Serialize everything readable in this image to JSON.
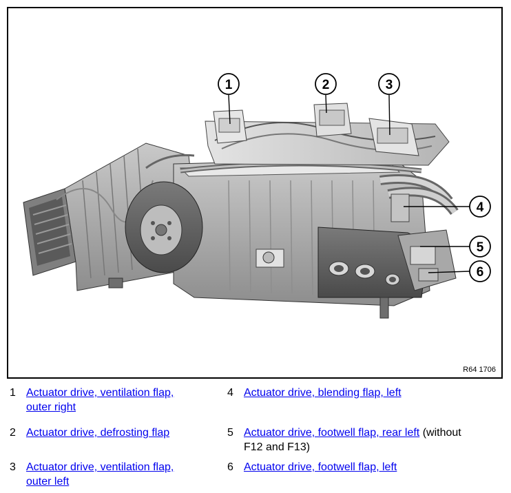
{
  "figure": {
    "reference": "R64 1706",
    "callouts": [
      "1",
      "2",
      "3",
      "4",
      "5",
      "6"
    ]
  },
  "legend": [
    {
      "number": "1",
      "link": "Actuator drive, ventilation flap, outer right",
      "link_lines": [
        "Actuator drive, ventilation flap,",
        "outer right"
      ],
      "note": ""
    },
    {
      "number": "2",
      "link": "Actuator drive, defrosting flap",
      "link_lines": [
        "Actuator drive, defrosting flap"
      ],
      "note": ""
    },
    {
      "number": "3",
      "link": "Actuator drive, ventilation flap, outer left",
      "link_lines": [
        "Actuator drive, ventilation flap,",
        "outer left"
      ],
      "note": ""
    },
    {
      "number": "4",
      "link": "Actuator drive, blending flap, left",
      "link_lines": [
        "Actuator drive, blending flap, left"
      ],
      "note": ""
    },
    {
      "number": "5",
      "link": "Actuator drive, footwell flap, rear left",
      "link_lines": [
        "Actuator drive, footwell flap, rear left"
      ],
      "note_lines": [
        "(without",
        "F12 and F13)"
      ]
    },
    {
      "number": "6",
      "link": "Actuator drive, footwell flap, left",
      "link_lines": [
        "Actuator drive, footwell flap, left"
      ],
      "note": ""
    }
  ]
}
